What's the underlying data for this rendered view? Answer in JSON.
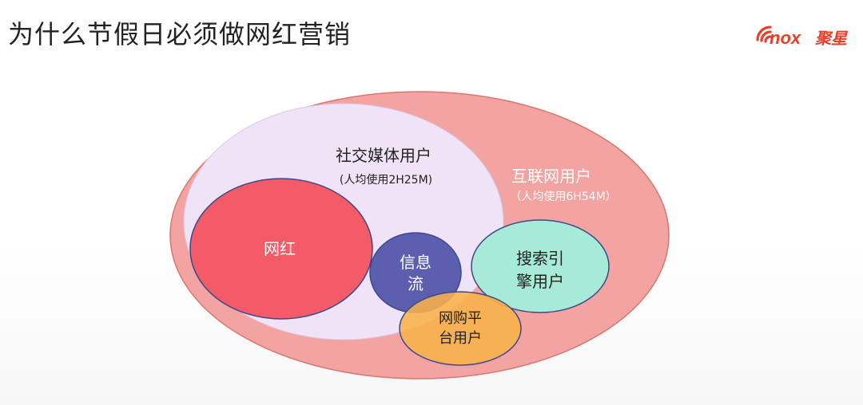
{
  "page": {
    "title": "为什么节假日必须做网红营销"
  },
  "logo": {
    "text": "nox",
    "cn_text": "聚星",
    "color": "#e8402a"
  },
  "diagram": {
    "internet_users": {
      "label": "互联网用户",
      "sublabel": "（人均使用6H54M）",
      "color": "#f3a3a1"
    },
    "social_media_users": {
      "label": "社交媒体用户",
      "sublabel": "(人均使用2H25M)",
      "color": "#f1e3f7"
    },
    "influencers": {
      "label": "网红",
      "color": "#f45a68"
    },
    "info_feed": {
      "line1": "信息",
      "line2": "流",
      "color": "#5c5fb0"
    },
    "search_users": {
      "line1": "搜索引",
      "line2": "擎用户",
      "color": "#a8ead8"
    },
    "shopping_users": {
      "line1": "网购平",
      "line2": "台用户",
      "color": "#f8b24a"
    }
  }
}
